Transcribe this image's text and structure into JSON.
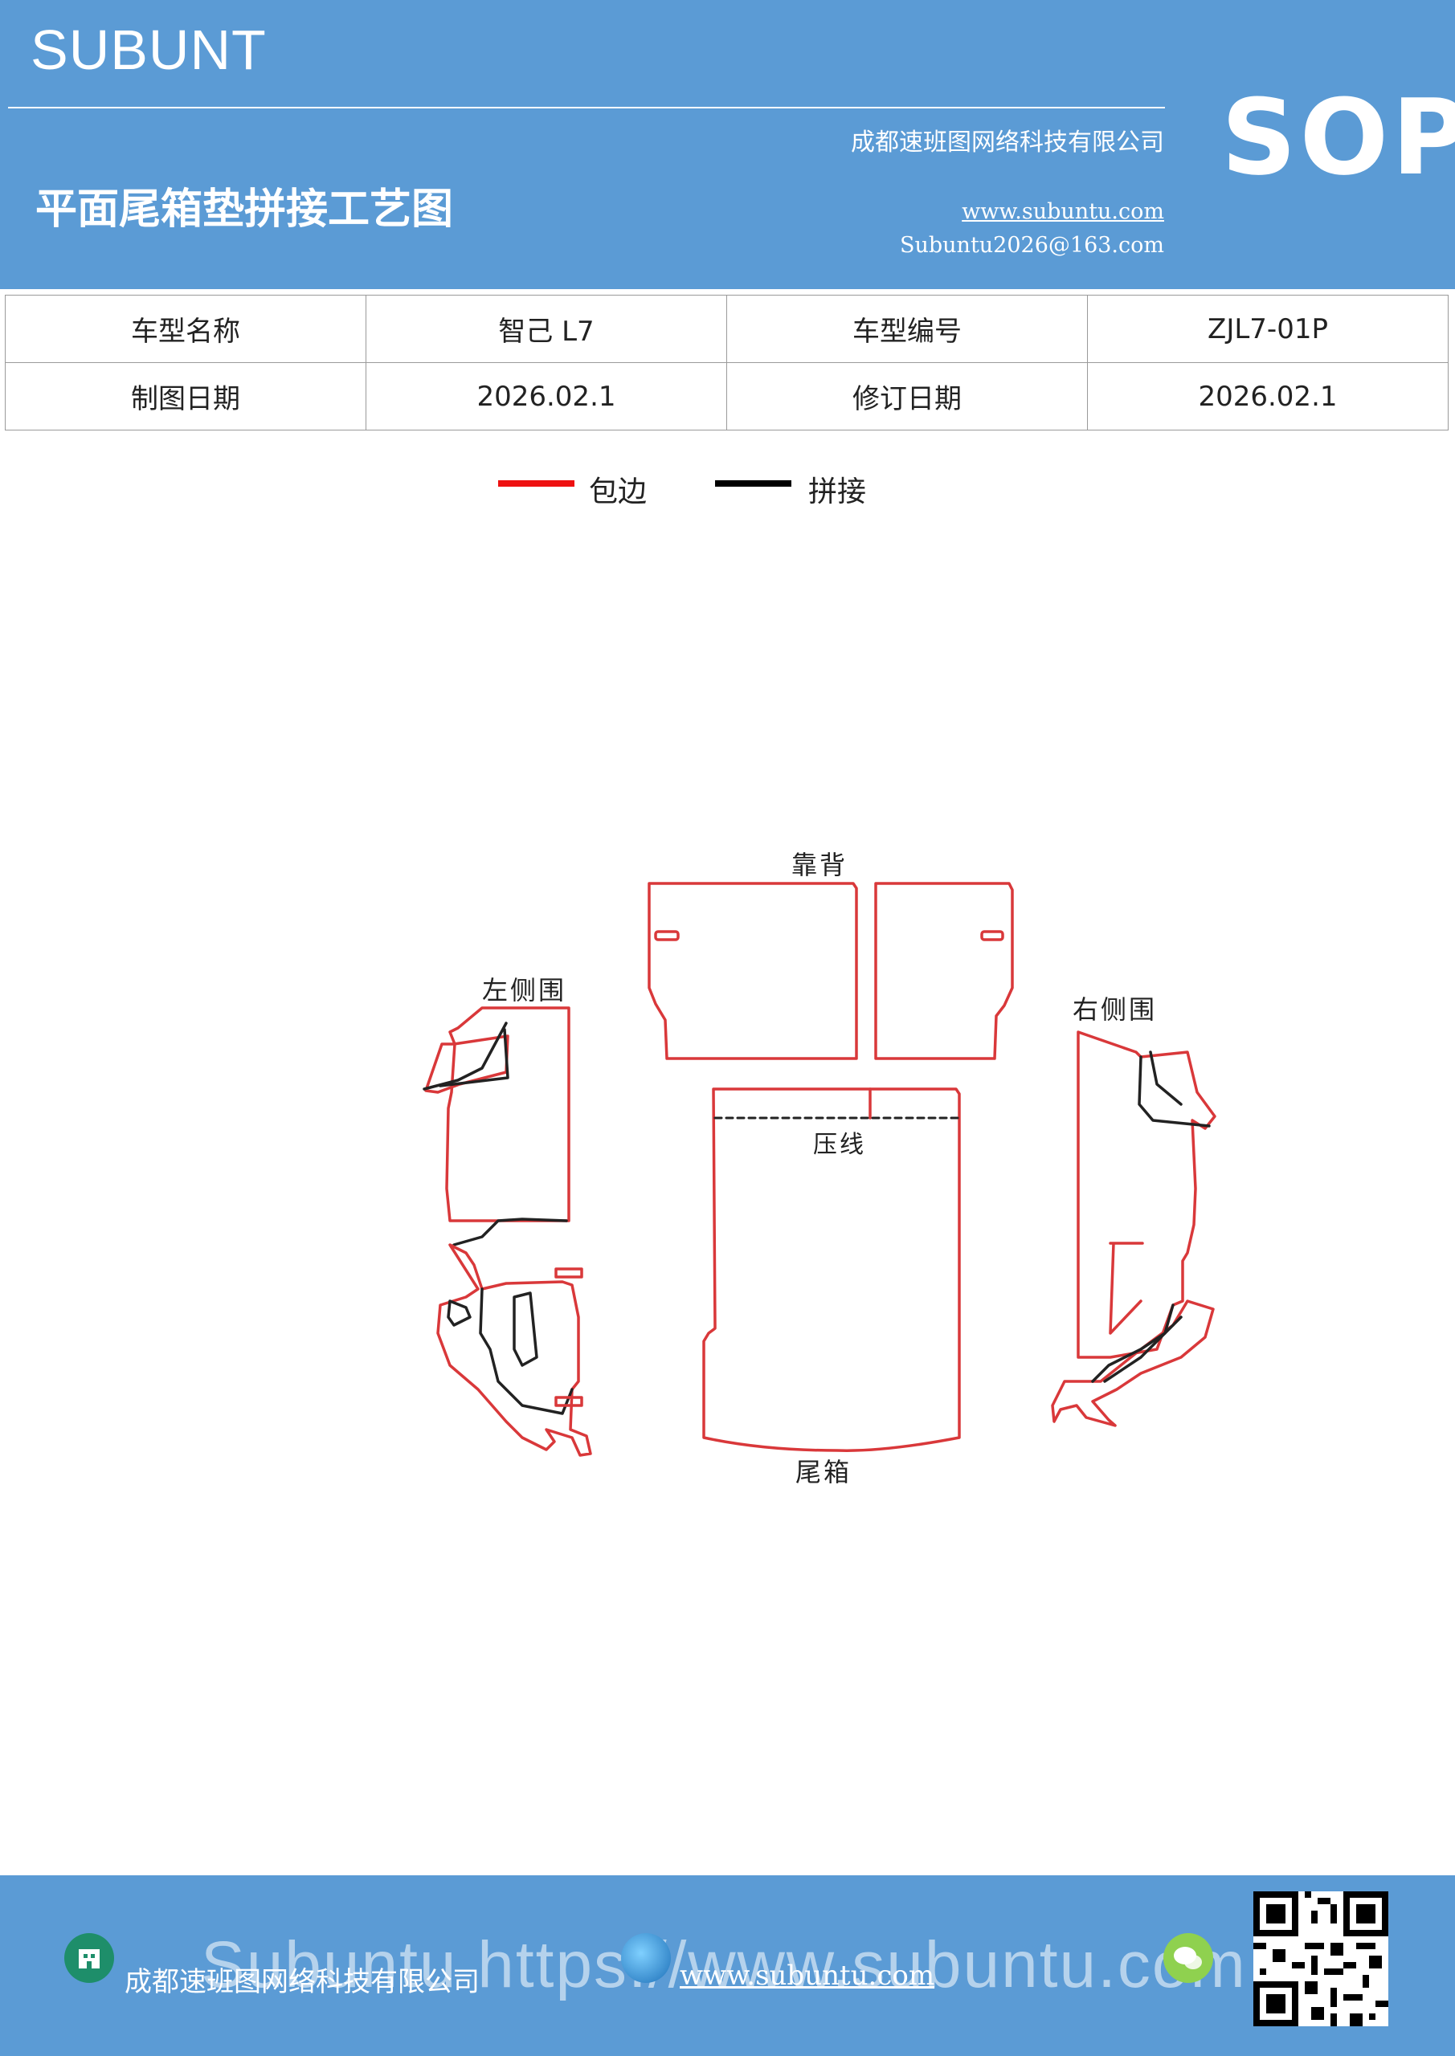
{
  "header": {
    "brand": "SUBUNT",
    "doc_title": "平面尾箱垫拼接工艺图",
    "company": "成都速班图网络科技有限公司",
    "website": "www.subuntu.com",
    "email": "Subuntu2026@163.com",
    "sop": "SOP"
  },
  "info_table": {
    "rows": [
      [
        "车型名称",
        "智己 L7",
        "车型编号",
        "ZJL7-01P"
      ],
      [
        "制图日期",
        "2026.02.1",
        "修订日期",
        "2026.02.1"
      ]
    ]
  },
  "legend": {
    "items": [
      {
        "label": "包边",
        "color": "#ee1111"
      },
      {
        "label": "拼接",
        "color": "#000000"
      }
    ]
  },
  "diagram": {
    "labels": {
      "backrest": "靠背",
      "left_side": "左侧围",
      "right_side": "右侧围",
      "crease": "压线",
      "trunk": "尾箱"
    },
    "edge_color": "#d9383a",
    "seam_color": "#222222"
  },
  "footer": {
    "company": "成都速班图网络科技有限公司",
    "website": "www.subuntu.com",
    "watermark": "Subuntu https://www.subuntu.com"
  }
}
